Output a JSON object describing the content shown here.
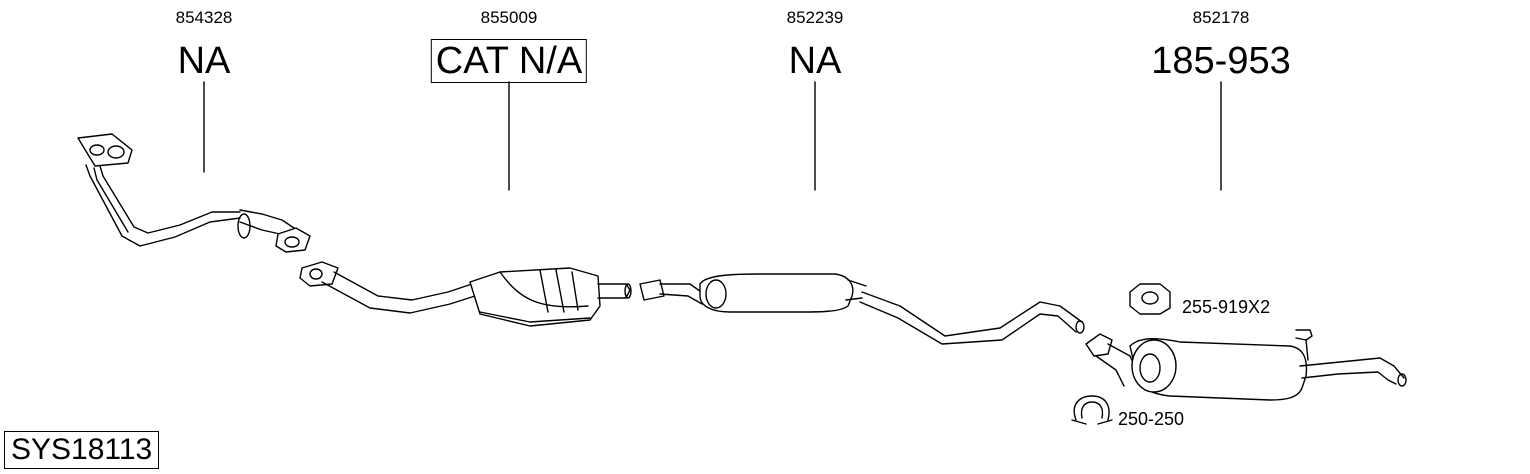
{
  "parts": [
    {
      "number": "854328",
      "label": "NA",
      "boxed": false
    },
    {
      "number": "855009",
      "label": "CAT N/A",
      "boxed": true
    },
    {
      "number": "852239",
      "label": "NA",
      "boxed": false
    },
    {
      "number": "852178",
      "label": "185-953",
      "boxed": false
    }
  ],
  "accessories": [
    {
      "label": "255-919X2",
      "icon": "rubber-hanger-icon"
    },
    {
      "label": "250-250",
      "icon": "clamp-icon"
    }
  ],
  "system_code": "SYS18113"
}
